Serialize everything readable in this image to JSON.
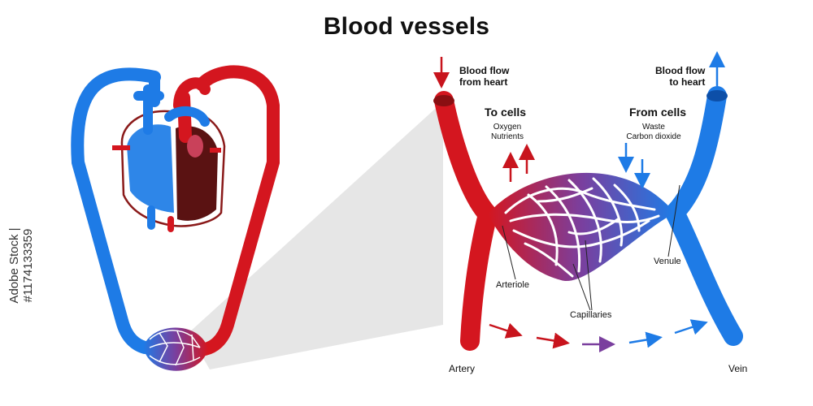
{
  "title": "Blood vessels",
  "labels": {
    "flow_from_heart": "Blood flow\nfrom heart",
    "flow_to_heart": "Blood flow\nto heart",
    "to_cells": "To cells",
    "to_cells_items": "Oxygen\nNutrients",
    "from_cells": "From cells",
    "from_cells_items": "Waste\nCarbon dioxide",
    "arteriole": "Arteriole",
    "capillaries": "Capillaries",
    "venule": "Venule",
    "artery": "Artery",
    "vein": "Vein"
  },
  "side_id": "Adobe Stock | #1174133359",
  "colors": {
    "artery_red": "#d4161f",
    "vein_blue": "#1e7be6",
    "capillary_purple": "#7a3f9e",
    "dark_chamber": "#5a1212",
    "funnel_gray": "#e6e6e6"
  }
}
